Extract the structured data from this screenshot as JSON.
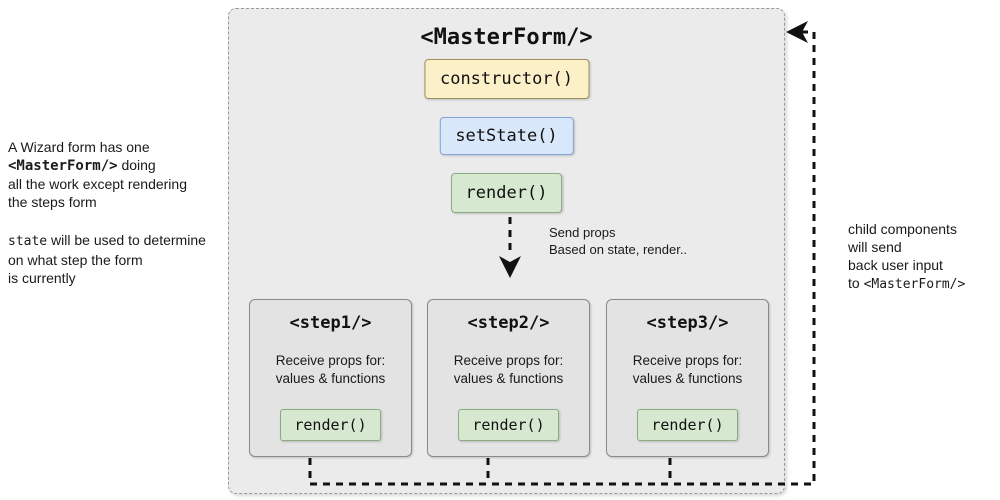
{
  "left_note": {
    "line1": "A Wizard form has one",
    "line2_code": "<MasterForm/>",
    "line2_rest": "  doing",
    "line3": "all the work except rendering",
    "line4": "the steps form",
    "line5_code": "state",
    "line5_rest": " will be used to determine",
    "line6": "on what step the form",
    "line7": "is currently"
  },
  "master": {
    "title": "<MasterForm/>",
    "constructor_label": "constructor()",
    "set_state_label": "setState()",
    "render_label": "render()"
  },
  "props_arrow": {
    "label_line1": "Send props",
    "label_line2": "Based on state, render.."
  },
  "steps": [
    {
      "title": "<step1/>",
      "desc_line1": "Receive props for:",
      "desc_line2": "values & functions",
      "render_label": "render()"
    },
    {
      "title": "<step2/>",
      "desc_line1": "Receive props for:",
      "desc_line2": "values & functions",
      "render_label": "render()"
    },
    {
      "title": "<step3/>",
      "desc_line1": "Receive props for:",
      "desc_line2": "values & functions",
      "render_label": "render()"
    }
  ],
  "right_note": {
    "line1": "child components",
    "line2": "will send",
    "line3": "back user input",
    "line4_rest": "to ",
    "line4_code": "<MasterForm/>"
  },
  "colors": {
    "container_bg": "#ebebeb",
    "step_card_bg": "#e3e3e3",
    "constructor_bg": "#fcf0c8",
    "set_state_bg": "#d9e7fb",
    "render_bg": "#d6e8cf",
    "line_color": "#111111"
  }
}
